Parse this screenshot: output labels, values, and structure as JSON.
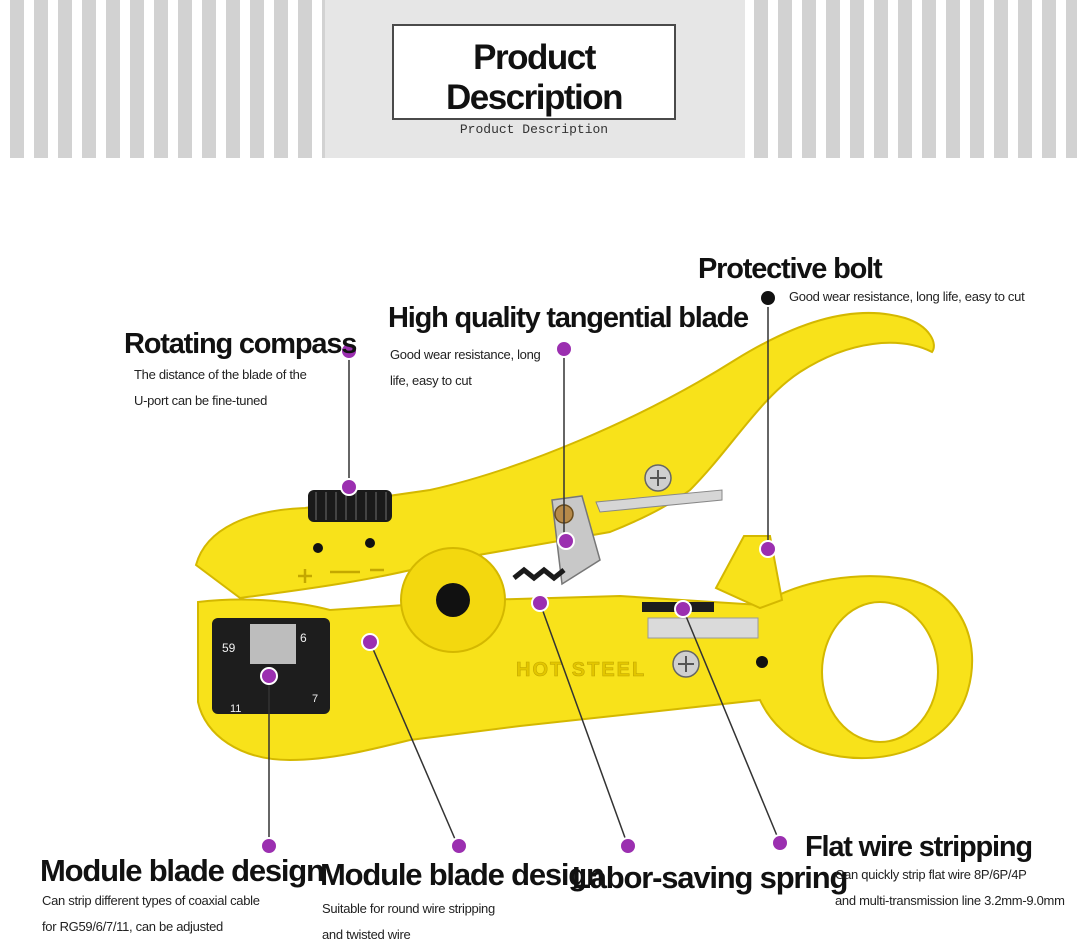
{
  "header": {
    "title": "Product Description",
    "subtitle": "Product Description"
  },
  "product": {
    "body_color": "#f8e21a",
    "outline_color": "#d4b800",
    "marker_color": "#9b2fb0",
    "stamp_text": "HOT STEEL"
  },
  "callouts": {
    "rotating_compass": {
      "title": "Rotating compass",
      "lines": [
        "The distance of the blade of the",
        "U-port can be fine-tuned"
      ]
    },
    "tangential_blade": {
      "title": "High quality tangential blade",
      "lines": [
        "Good wear resistance, long",
        "life, easy to cut"
      ]
    },
    "protective_bolt": {
      "title": "Protective bolt",
      "lines": [
        "Good wear resistance, long life, easy to cut"
      ]
    },
    "module_blade_left": {
      "title": "Module blade design",
      "lines": [
        "Can strip different types of coaxial cable",
        "for RG59/6/7/11, can be adjusted"
      ]
    },
    "module_blade_center": {
      "title": "Module blade design",
      "lines": [
        "Suitable for round wire stripping",
        "and twisted wire"
      ]
    },
    "labor_saving_spring": {
      "title": "Labor-saving spring",
      "lines": []
    },
    "flat_wire_stripping": {
      "title": "Flat wire stripping",
      "lines": [
        "Can quickly strip flat wire 8P/6P/4P",
        "and multi-transmission line 3.2mm-9.0mm"
      ]
    }
  },
  "module_numbers": [
    "59",
    "6",
    "11",
    "7"
  ]
}
